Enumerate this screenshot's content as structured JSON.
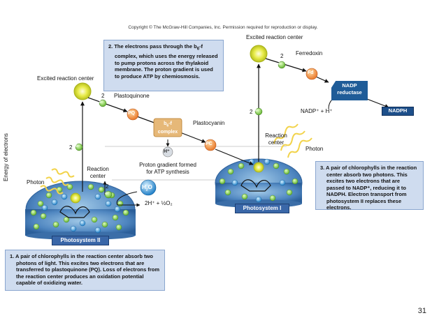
{
  "copyright": "Copyright © The McGraw-Hill Companies, Inc. Permission required for reproduction or display.",
  "axis_label": "Energy of electrons",
  "page_number": "31",
  "notes": {
    "note1": "1.  A  pair of chlorophylls in the reaction center absorb two photons of light. This excites two electrons that are transferred to plastoquinone (PQ). Loss of electrons from the reaction center produces an oxidation potential capable of oxidizing water.",
    "note2_prefix": "2. The electrons pass through the b",
    "note2_sub": "6",
    "note2_suffix": "-f complex, which uses the energy released to pump protons across the thylakoid membrane. The proton gradient is used to produce ATP by chemiosmosis.",
    "note3": "3. A pair of chlorophylls in the reaction center absorb two photons. This excites two electrons that are passed to NADP⁺, reducing it to NADPH. Electron transport from photosystem II replaces these electrons."
  },
  "labels": {
    "excited_rc_left": "Excited reaction center",
    "excited_rc_right": "Excited reaction center",
    "plastoquinone": "Plastoquinone",
    "plastocyanin": "Plastocyanin",
    "ferredoxin": "Ferredoxin",
    "reaction_center_left": "Reaction\ncenter",
    "reaction_center_right": "Reaction\ncenter",
    "photon_left": "Photon",
    "photon_right": "Photon",
    "proton_gradient": "Proton gradient formed\nfor ATP synthesis",
    "nadp_h": "NADP⁺ + H⁺",
    "nadph": "NADPH",
    "nadp_reductase": "NADP\nreductase",
    "two_upper_left": "2",
    "two_lower_left": "2",
    "two_e_mid_left": "2",
    "two_e_right_mid": "2",
    "two_e_right_top": "2",
    "e_minus": "e⁻",
    "pq": "PQ",
    "pc": "PC",
    "fd": "Fd",
    "b6f_line1": "b",
    "b6f_sub": "6",
    "b6f_line2": "-f",
    "b6f_line3": "complex",
    "h_plus": "H⁺",
    "h2o_h": "H",
    "h2o_sub": "2",
    "h2o_o": "O",
    "water_products": "2H⁺ + ½O₂",
    "photosystem_2": "Photosystem II",
    "photosystem_1": "Photosystem I"
  }
}
